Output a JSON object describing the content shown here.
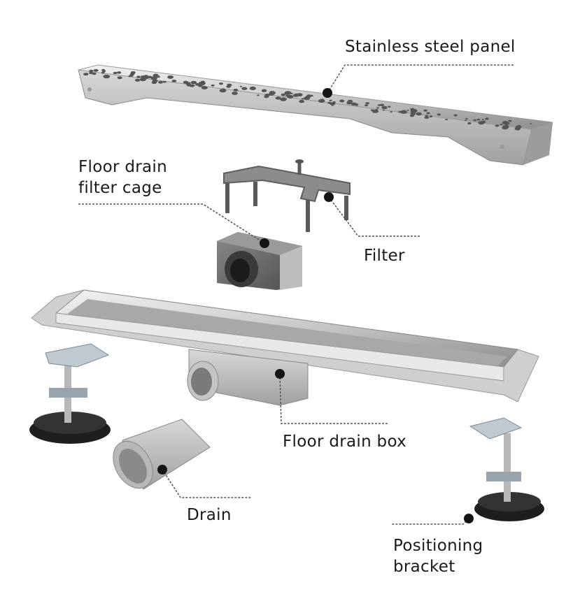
{
  "labels": {
    "panel": "Stainless steel panel",
    "filter_cage_line1": "Floor drain",
    "filter_cage_line2": "filter cage",
    "filter": "Filter",
    "drain_box": "Floor drain box",
    "drain": "Drain",
    "bracket_line1": "Positioning",
    "bracket_line2": "bracket"
  },
  "colors": {
    "steel_light": "#e4e4e4",
    "steel_dark": "#9a9a9a",
    "plastic_gray": "#6e6e6e",
    "leader": "#555555",
    "text": "#1a1a1a"
  }
}
